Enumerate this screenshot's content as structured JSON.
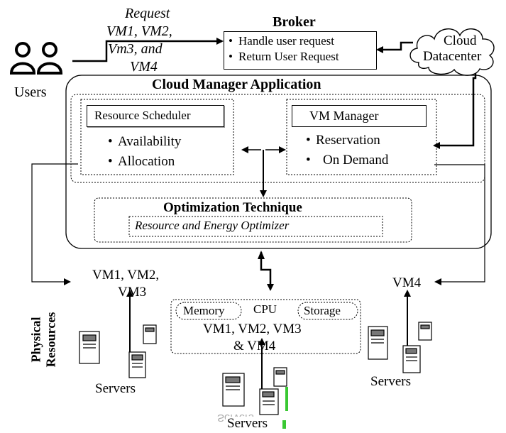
{
  "request": {
    "label_lines": [
      "Request",
      "VM1, VM2,",
      "Vm3, and",
      "VM4"
    ]
  },
  "users": {
    "label": "Users",
    "icon": "users-icon"
  },
  "broker": {
    "title": "Broker",
    "items": [
      "Handle user request",
      "Return User Request"
    ]
  },
  "cloud": {
    "label_lines": [
      "Cloud",
      "Datacenter"
    ],
    "icon": "cloud-icon"
  },
  "cloud_manager": {
    "title": "Cloud Manager Application",
    "resource_scheduler": {
      "title": "Resource Scheduler",
      "items": [
        "Availability",
        "Allocation"
      ]
    },
    "vm_manager": {
      "title": "VM Manager",
      "items": [
        "Reservation",
        "On Demand"
      ]
    },
    "optimization": {
      "title": "Optimization Technique",
      "subtitle": "Resource and Energy Optimizer"
    }
  },
  "physical_resources": {
    "label_lines": [
      "Physical",
      "Resources"
    ],
    "left_group": {
      "vm_lines": [
        "VM1, VM2,",
        "VM3"
      ],
      "servers_label": "Servers"
    },
    "center_group": {
      "chips": [
        "Memory",
        "CPU",
        "Storage"
      ],
      "vm_lines": [
        "VM1, VM2, VM3",
        "& VM4"
      ],
      "servers_label": "Servers"
    },
    "right_group": {
      "vm_label": "VM4",
      "servers_label": "Servers"
    }
  },
  "colors": {
    "line": "#000000",
    "background": "#ffffff",
    "server_accent": "#39c832"
  }
}
